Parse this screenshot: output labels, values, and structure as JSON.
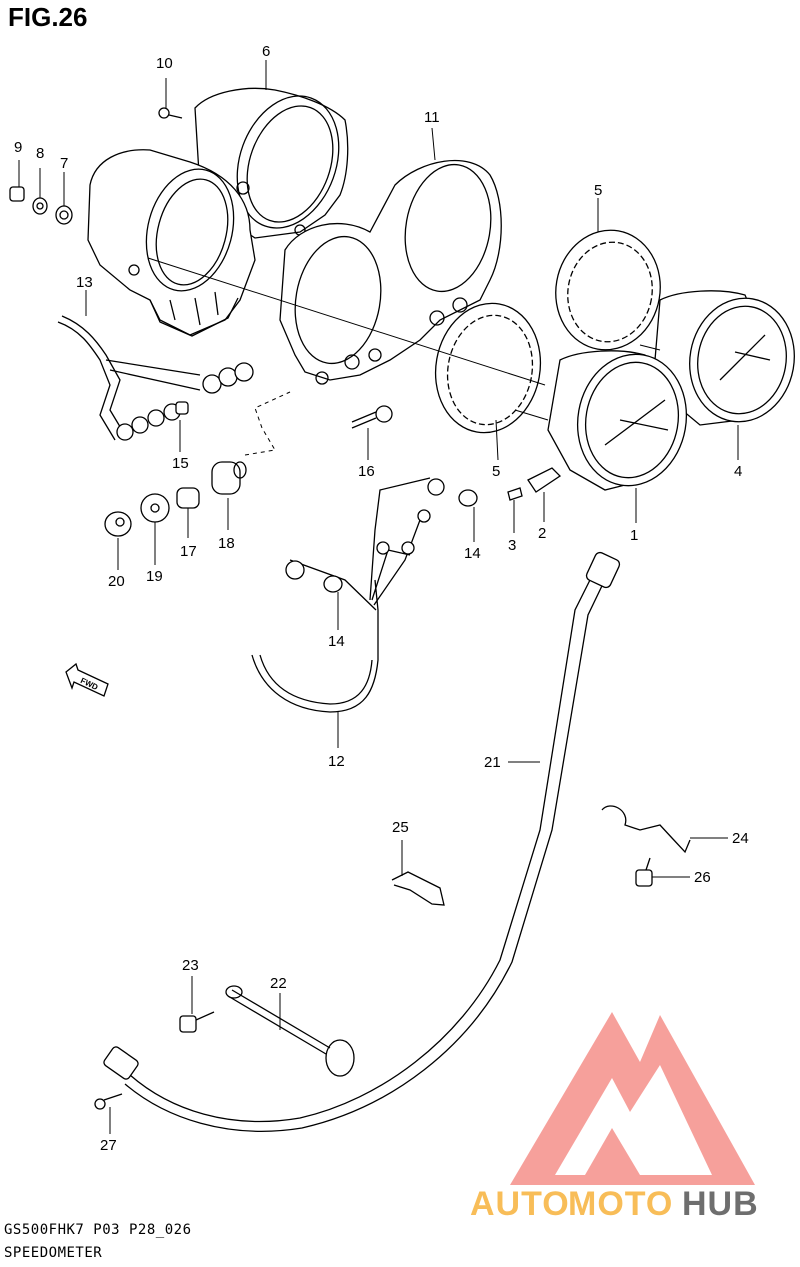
{
  "figure": {
    "title": "FIG.26",
    "footer_line1": "GS500FHK7  P03 P28_026",
    "footer_line2": "SPEEDOMETER",
    "fwd_label": "FWD"
  },
  "callouts": [
    {
      "id": "c1",
      "label": "1"
    },
    {
      "id": "c2",
      "label": "2"
    },
    {
      "id": "c3",
      "label": "3"
    },
    {
      "id": "c4",
      "label": "4"
    },
    {
      "id": "c5a",
      "label": "5"
    },
    {
      "id": "c5b",
      "label": "5"
    },
    {
      "id": "c6",
      "label": "6"
    },
    {
      "id": "c7",
      "label": "7"
    },
    {
      "id": "c8",
      "label": "8"
    },
    {
      "id": "c9",
      "label": "9"
    },
    {
      "id": "c10",
      "label": "10"
    },
    {
      "id": "c11",
      "label": "11"
    },
    {
      "id": "c12",
      "label": "12"
    },
    {
      "id": "c13",
      "label": "13"
    },
    {
      "id": "c14a",
      "label": "14"
    },
    {
      "id": "c14b",
      "label": "14"
    },
    {
      "id": "c15",
      "label": "15"
    },
    {
      "id": "c16",
      "label": "16"
    },
    {
      "id": "c17",
      "label": "17"
    },
    {
      "id": "c18",
      "label": "18"
    },
    {
      "id": "c19",
      "label": "19"
    },
    {
      "id": "c20",
      "label": "20"
    },
    {
      "id": "c21",
      "label": "21"
    },
    {
      "id": "c22",
      "label": "22"
    },
    {
      "id": "c23",
      "label": "23"
    },
    {
      "id": "c24",
      "label": "24"
    },
    {
      "id": "c25",
      "label": "25"
    },
    {
      "id": "c26",
      "label": "26"
    },
    {
      "id": "c27",
      "label": "27"
    }
  ],
  "watermark": {
    "part1": "AUTO",
    "part2": "MOTO",
    "part3": "HUB",
    "color_red": "#f26b63",
    "color_orange": "#f7b23b",
    "color_gray": "#555555"
  }
}
